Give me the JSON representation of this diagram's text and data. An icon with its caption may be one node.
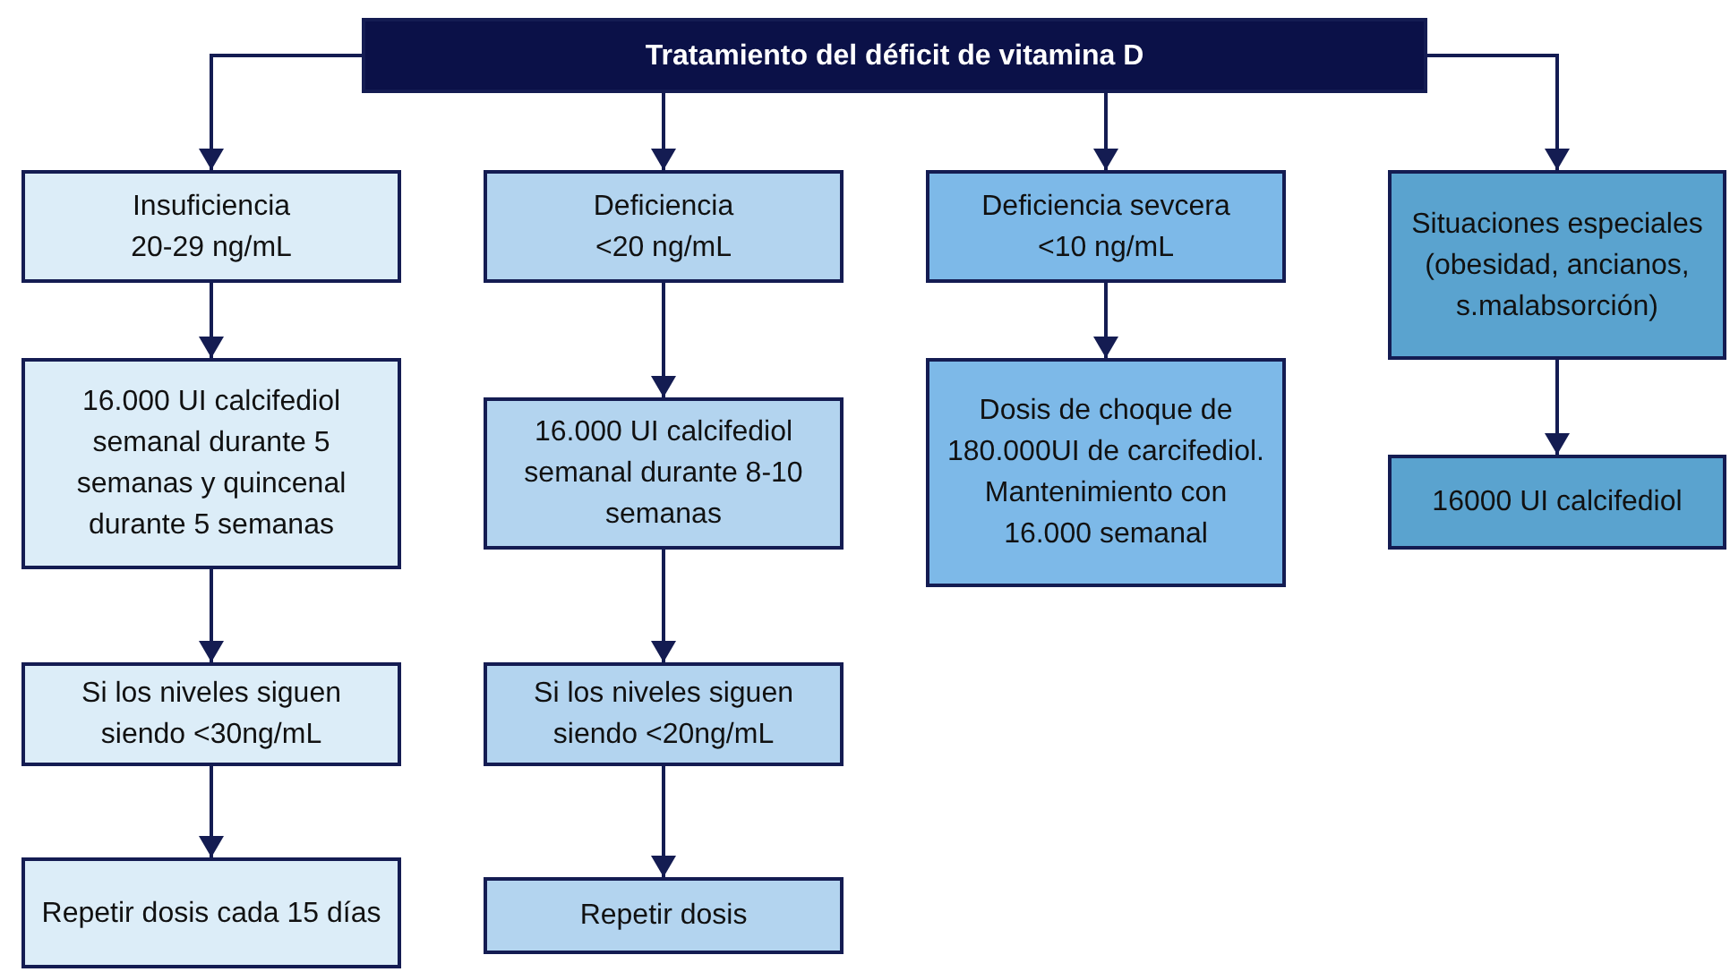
{
  "diagram": {
    "nodes": [
      {
        "text": [
          "Tratamiento del déficit de vitamina D"
        ]
      },
      {
        "text": [
          "Insuficiencia",
          "20-29 ng/mL"
        ]
      },
      {
        "text": [
          "16.000 UI calcifediol semanal durante 5 semanas y quincenal durante 5 semanas"
        ]
      },
      {
        "text": [
          "Si los niveles siguen siendo <30ng/mL"
        ]
      },
      {
        "text": [
          "Repetir dosis cada 15 días"
        ]
      },
      {
        "text": [
          "Deficiencia",
          "<20 ng/mL"
        ]
      },
      {
        "text": [
          "16.000 UI calcifediol semanal durante 8-10 semanas"
        ]
      },
      {
        "text": [
          "Si los niveles siguen siendo <20ng/mL"
        ]
      },
      {
        "text": [
          "Repetir dosis"
        ]
      },
      {
        "text": [
          "Deficiencia sevcera",
          "<10 ng/mL"
        ]
      },
      {
        "text": [
          "Dosis de choque de 180.000UI de carcifediol. Mantenimiento con 16.000 semanal"
        ]
      },
      {
        "text": [
          "Situaciones especiales (obesidad, ancianos, s.malabsorción)"
        ]
      },
      {
        "text": [
          "16000 UI calcifediol"
        ]
      }
    ],
    "edges": [
      {
        "from": 0,
        "to": 1,
        "arrow": "to"
      },
      {
        "from": 0,
        "to": 5,
        "arrow": "to"
      },
      {
        "from": 0,
        "to": 9,
        "arrow": "to"
      },
      {
        "from": 0,
        "to": 11,
        "arrow": "to"
      },
      {
        "from": 1,
        "to": 2,
        "arrow": "to"
      },
      {
        "from": 2,
        "to": 3,
        "arrow": "to"
      },
      {
        "from": 3,
        "to": 4,
        "arrow": "to"
      },
      {
        "from": 5,
        "to": 6,
        "arrow": "to"
      },
      {
        "from": 6,
        "to": 7,
        "arrow": "to"
      },
      {
        "from": 7,
        "to": 8,
        "arrow": "to"
      },
      {
        "from": 9,
        "to": 10,
        "arrow": "to"
      },
      {
        "from": 11,
        "to": 12,
        "arrow": "to"
      }
    ]
  }
}
